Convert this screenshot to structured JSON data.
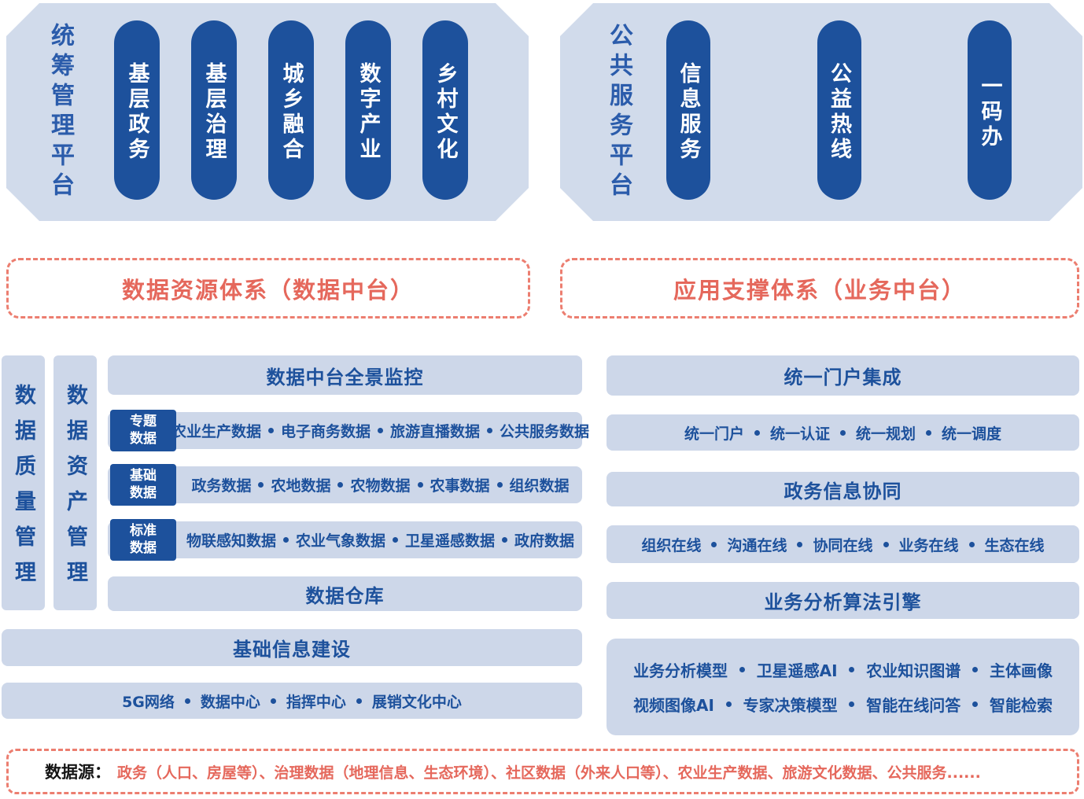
{
  "colors": {
    "dark_blue": "#1d519c",
    "light_blue_bar": "#cdd7e9",
    "octagon_blue": "#d1dbeb",
    "title_blue": "#2b5cab",
    "accent_red": "#e5685c",
    "dashed_border_red": "#ec7e70"
  },
  "platforms": [
    {
      "title": "统筹管理平台",
      "pills": [
        "基层政务",
        "基层治理",
        "城乡融合",
        "数字产业",
        "乡村文化"
      ]
    },
    {
      "title": "公共服务平台",
      "pills": [
        "信息服务",
        "公益热线",
        "一码办"
      ]
    }
  ],
  "banners": [
    {
      "label": "数据资源体系（数据中台）"
    },
    {
      "label": "应用支撑体系（业务中台）"
    }
  ],
  "data_platform": {
    "side_bars": [
      {
        "label": "数据质量管理"
      },
      {
        "label": "数据资产管理"
      }
    ],
    "monitor_header": "数据中台全景监控",
    "rows": [
      {
        "tag_line1": "专题",
        "tag_line2": "数据",
        "items": [
          "农业生产数据",
          "电子商务数据",
          "旅游直播数据",
          "公共服务数据"
        ]
      },
      {
        "tag_line1": "基础",
        "tag_line2": "数据",
        "items": [
          "政务数据",
          "农地数据",
          "农物数据",
          "农事数据",
          "组织数据"
        ]
      },
      {
        "tag_line1": "标准",
        "tag_line2": "数据",
        "items": [
          "物联感知数据",
          "农业气象数据",
          "卫星遥感数据",
          "政府数据"
        ]
      }
    ],
    "warehouse": "数据仓库",
    "infrastructure_header": "基础信息建设",
    "infrastructure_items": [
      "5G网络",
      "数据中心",
      "指挥中心",
      "展销文化中心"
    ]
  },
  "business_platform": {
    "portal_header": "统一门户集成",
    "portal_items": [
      "统一门户",
      "统一认证",
      "统一规划",
      "统一调度"
    ],
    "gov_header": "政务信息协同",
    "gov_items": [
      "组织在线",
      "沟通在线",
      "协同在线",
      "业务在线",
      "生态在线"
    ],
    "algo_header": "业务分析算法引擎",
    "algo_rows": [
      [
        "业务分析模型",
        "卫星遥感AI",
        "农业知识图谱",
        "主体画像"
      ],
      [
        "视频图像AI",
        "专家决策模型",
        "智能在线问答",
        "智能检索"
      ]
    ]
  },
  "footer": {
    "label": "数据源：",
    "text": "政务（人口、房屋等）、治理数据（地理信息、生态环境）、社区数据（外来人口等）、农业生产数据、旅游文化数据、公共服务......"
  }
}
